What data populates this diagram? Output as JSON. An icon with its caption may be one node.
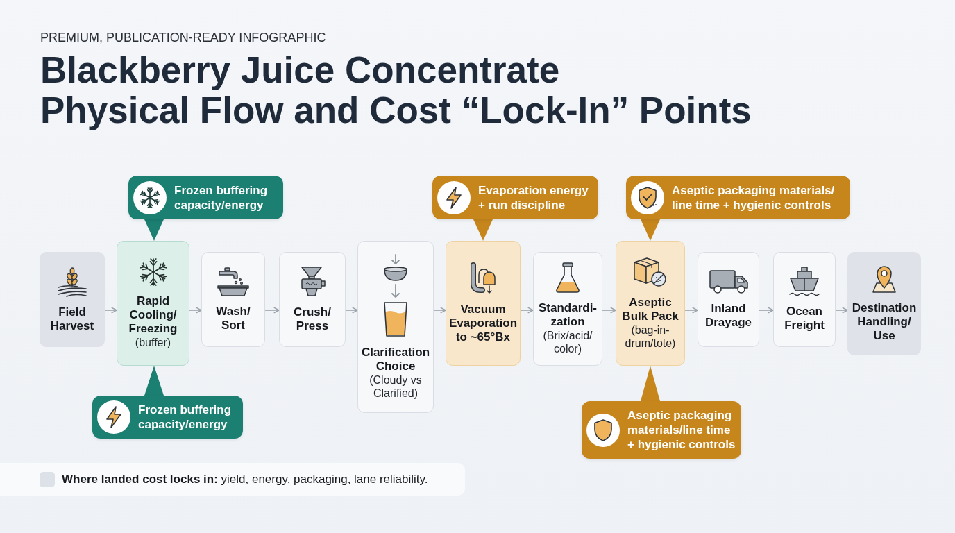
{
  "diagram": {
    "title": "Blackberry Juice Concentrate Physical Flow and Cost “Lock-In” Points",
    "nodes": [
      {
        "text": [
          "Field Harvest"
        ]
      },
      {
        "text": [
          "Rapid Cooling/ Freezing",
          "(buffer)"
        ]
      },
      {
        "text": [
          "Wash/ Sort"
        ]
      },
      {
        "text": [
          "Crush/ Press"
        ]
      },
      {
        "text": [
          "Clarification Choice",
          "(Cloudy vs Clarified)"
        ]
      },
      {
        "text": [
          "Vacuum Evaporation to ~65°Bx"
        ]
      },
      {
        "text": [
          "Standardi- zation",
          "(Brix/acid/ color)"
        ]
      },
      {
        "text": [
          "Aseptic Bulk Pack",
          "(bag-in- drum/tote)"
        ]
      },
      {
        "text": [
          "Inland Drayage"
        ]
      },
      {
        "text": [
          "Ocean Freight"
        ]
      },
      {
        "text": [
          "Destination Handling/ Use"
        ]
      },
      {
        "text": [
          "Frozen buffering capacity/energy"
        ]
      },
      {
        "text": [
          "Evaporation energy + run discipline"
        ]
      },
      {
        "text": [
          "Aseptic packaging materials/ line time + hygienic controls"
        ]
      },
      {
        "text": [
          "Frozen buffering capacity/energy"
        ]
      },
      {
        "text": [
          "Aseptic packaging materials/line time + hygienic controls"
        ]
      }
    ],
    "edges": [
      {
        "from": 0,
        "to": 1,
        "arrow": "to"
      },
      {
        "from": 1,
        "to": 2,
        "arrow": "to"
      },
      {
        "from": 2,
        "to": 3,
        "arrow": "to"
      },
      {
        "from": 3,
        "to": 4,
        "arrow": "to"
      },
      {
        "from": 4,
        "to": 5,
        "arrow": "to"
      },
      {
        "from": 5,
        "to": 6,
        "arrow": "to"
      },
      {
        "from": 6,
        "to": 7,
        "arrow": "to"
      },
      {
        "from": 7,
        "to": 8,
        "arrow": "to"
      },
      {
        "from": 8,
        "to": 9,
        "arrow": "to"
      },
      {
        "from": 9,
        "to": 10,
        "arrow": "to"
      },
      {
        "from": 11,
        "to": 1,
        "arrow": "to",
        "color": "#1b7f71"
      },
      {
        "from": 12,
        "to": 5,
        "arrow": "to",
        "color": "#c7861c"
      },
      {
        "from": 13,
        "to": 7,
        "arrow": "to",
        "color": "#c7861c"
      },
      {
        "from": 14,
        "to": 1,
        "arrow": "to",
        "color": "#1b7f71"
      },
      {
        "from": 15,
        "to": 7,
        "arrow": "to",
        "color": "#c7861c"
      }
    ],
    "labels": [
      "PREMIUM, PUBLICATION-READY INFOGRAPHIC"
    ],
    "legend": [
      {
        "text": "**Where landed cost locks in:** yield, energy, packaging, lane reliability.",
        "color": "#dde1e8"
      }
    ]
  }
}
